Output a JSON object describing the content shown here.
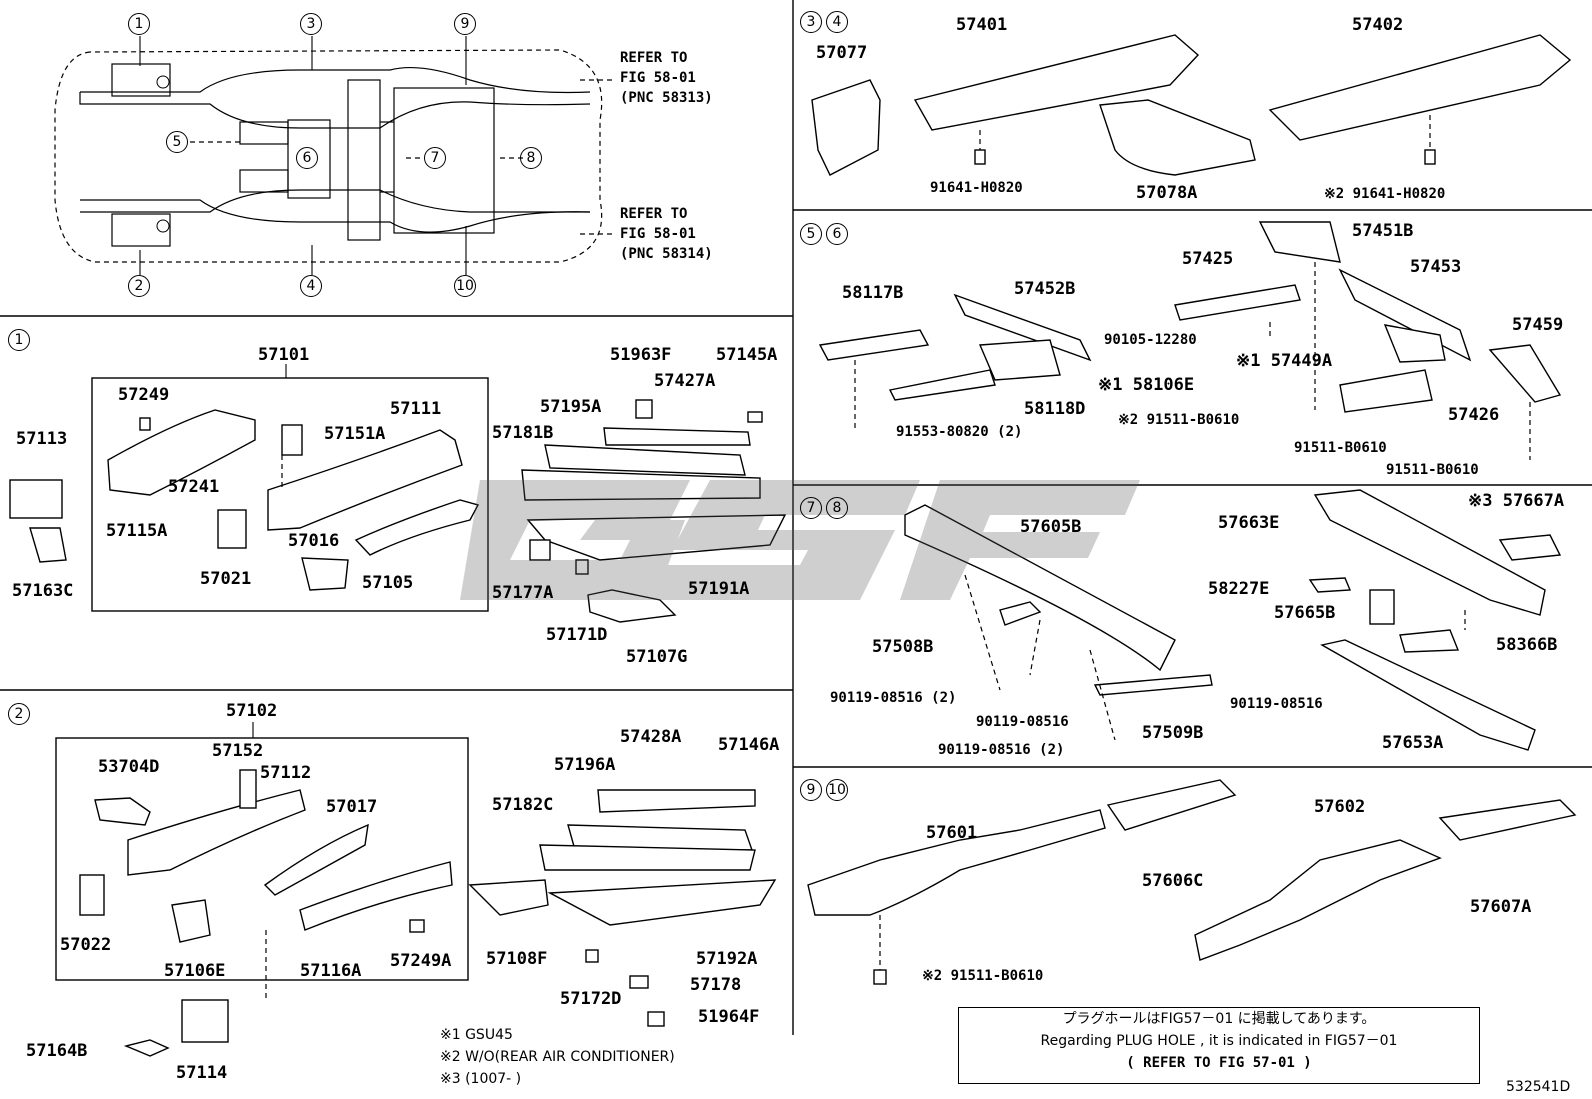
{
  "overview": {
    "index_marks": [
      "1",
      "2",
      "3",
      "4",
      "5",
      "6",
      "7",
      "8",
      "9",
      "10"
    ],
    "refer_top": [
      "REFER TO",
      "FIG 58-01",
      "(PNC 58313)"
    ],
    "refer_bottom": [
      "REFER TO",
      "FIG 58-01",
      "(PNC 58314)"
    ]
  },
  "sections": [
    {
      "marks": [
        "1"
      ]
    },
    {
      "marks": [
        "2"
      ]
    },
    {
      "marks": [
        "3",
        "4"
      ]
    },
    {
      "marks": [
        "5",
        "6"
      ]
    },
    {
      "marks": [
        "7",
        "8"
      ]
    },
    {
      "marks": [
        "9",
        "10"
      ]
    }
  ],
  "parts": {
    "s1": [
      "57101",
      "57249",
      "57111",
      "57151A",
      "57113",
      "57241",
      "57115A",
      "57021",
      "57016",
      "57105",
      "57163C",
      "51963F",
      "57145A",
      "57195A",
      "57427A",
      "57181B",
      "57177A",
      "57191A",
      "57171D",
      "57107G"
    ],
    "s2": [
      "57102",
      "57152",
      "57112",
      "53704D",
      "57017",
      "57022",
      "57106E",
      "57116A",
      "57249A",
      "57164B",
      "57114",
      "57428A",
      "57146A",
      "57196A",
      "57182C",
      "57108F",
      "57192A",
      "57172D",
      "57178",
      "51964F"
    ],
    "s34": [
      "57401",
      "57402",
      "57077",
      "57078A",
      "91641-H0820",
      "※2 91641-H0820"
    ],
    "s56": [
      "57451B",
      "57425",
      "57453",
      "58117B",
      "57452B",
      "57459",
      "90105-12280",
      "※1 57449A",
      "※1 58106E",
      "58118D",
      "※2 91511-B0610",
      "57426",
      "91553-80820 (2)",
      "91511-B0610",
      "91511-B0610"
    ],
    "s78": [
      "57605B",
      "57663E",
      "※3 57667A",
      "58227E",
      "57665B",
      "57508B",
      "58366B",
      "90119-08516 (2)",
      "90119-08516",
      "90119-08516",
      "57509B",
      "90119-08516 (2)",
      "57653A"
    ],
    "s910": [
      "57601",
      "57602",
      "57606C",
      "57607A",
      "※2 91511-B0610"
    ]
  },
  "footnotes": [
    "※1 GSU45",
    "※2 W/O(REAR AIR CONDITIONER)",
    "※3 (1007-      )"
  ],
  "plug_hole_note": {
    "jp": "プラグホールはFIG57－01 に掲載してあります。",
    "en": "Regarding  PLUG HOLE , it is indicated in FIG57－01",
    "ref": "(  REFER TO FIG 57-01 )"
  },
  "diagram_id": "532541D",
  "watermark": "GSF"
}
